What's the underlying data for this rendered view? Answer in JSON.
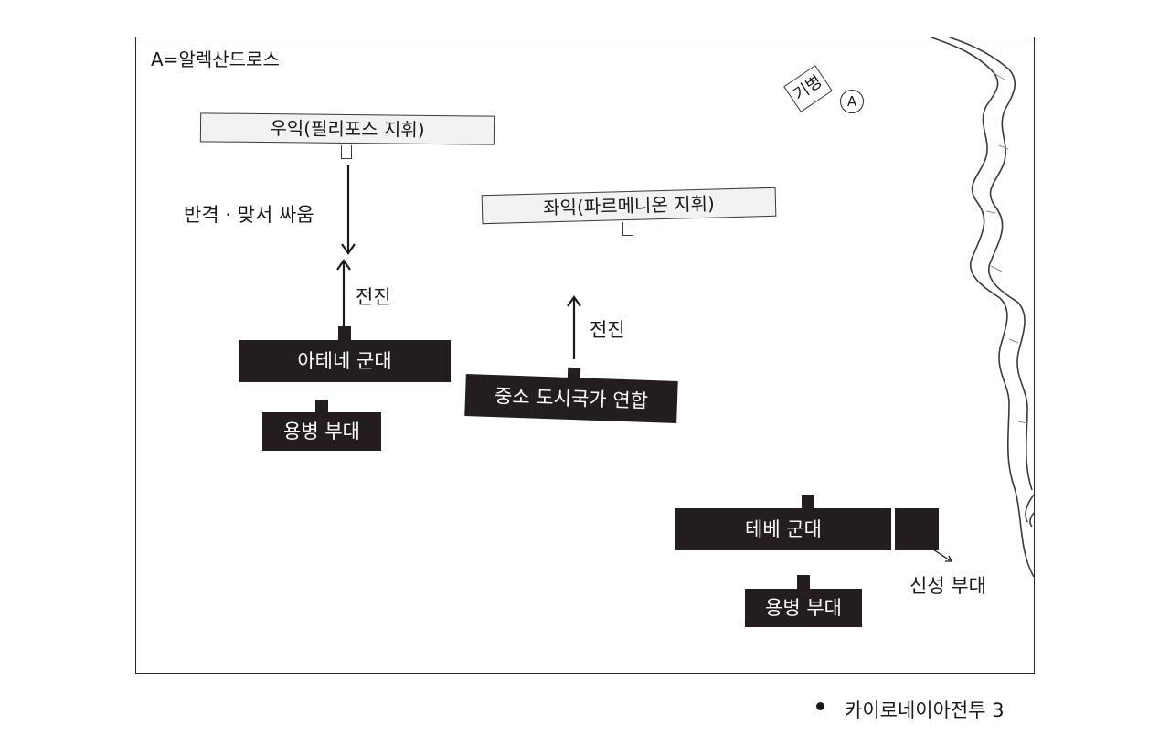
{
  "legend": "A=알렉산드로스",
  "cavalry": {
    "label": "기병",
    "marker": "A"
  },
  "right_wing": {
    "label": "우익(필리포스 지휘)"
  },
  "left_wing": {
    "label": "좌익(파르메니온 지휘)"
  },
  "counter_label": "반격 · 맞서 싸움",
  "advance_label_1": "전진",
  "advance_label_2": "전진",
  "units": {
    "athens": "아테네 군대",
    "mercenary_1": "용병 부대",
    "small_states": "중소 도시국가 연합",
    "thebes": "테베 군대",
    "mercenary_2": "용병 부대"
  },
  "sacred_band": "신성 부대",
  "caption": "카이로네이아전투 3",
  "colors": {
    "unit_fill": "#231d1d",
    "wing_fill": "#f2f2f2",
    "river": "#3a3a3a"
  },
  "icons": [
    "river-line",
    "arrow-up-icon",
    "arrow-down-icon",
    "bullet-icon"
  ]
}
